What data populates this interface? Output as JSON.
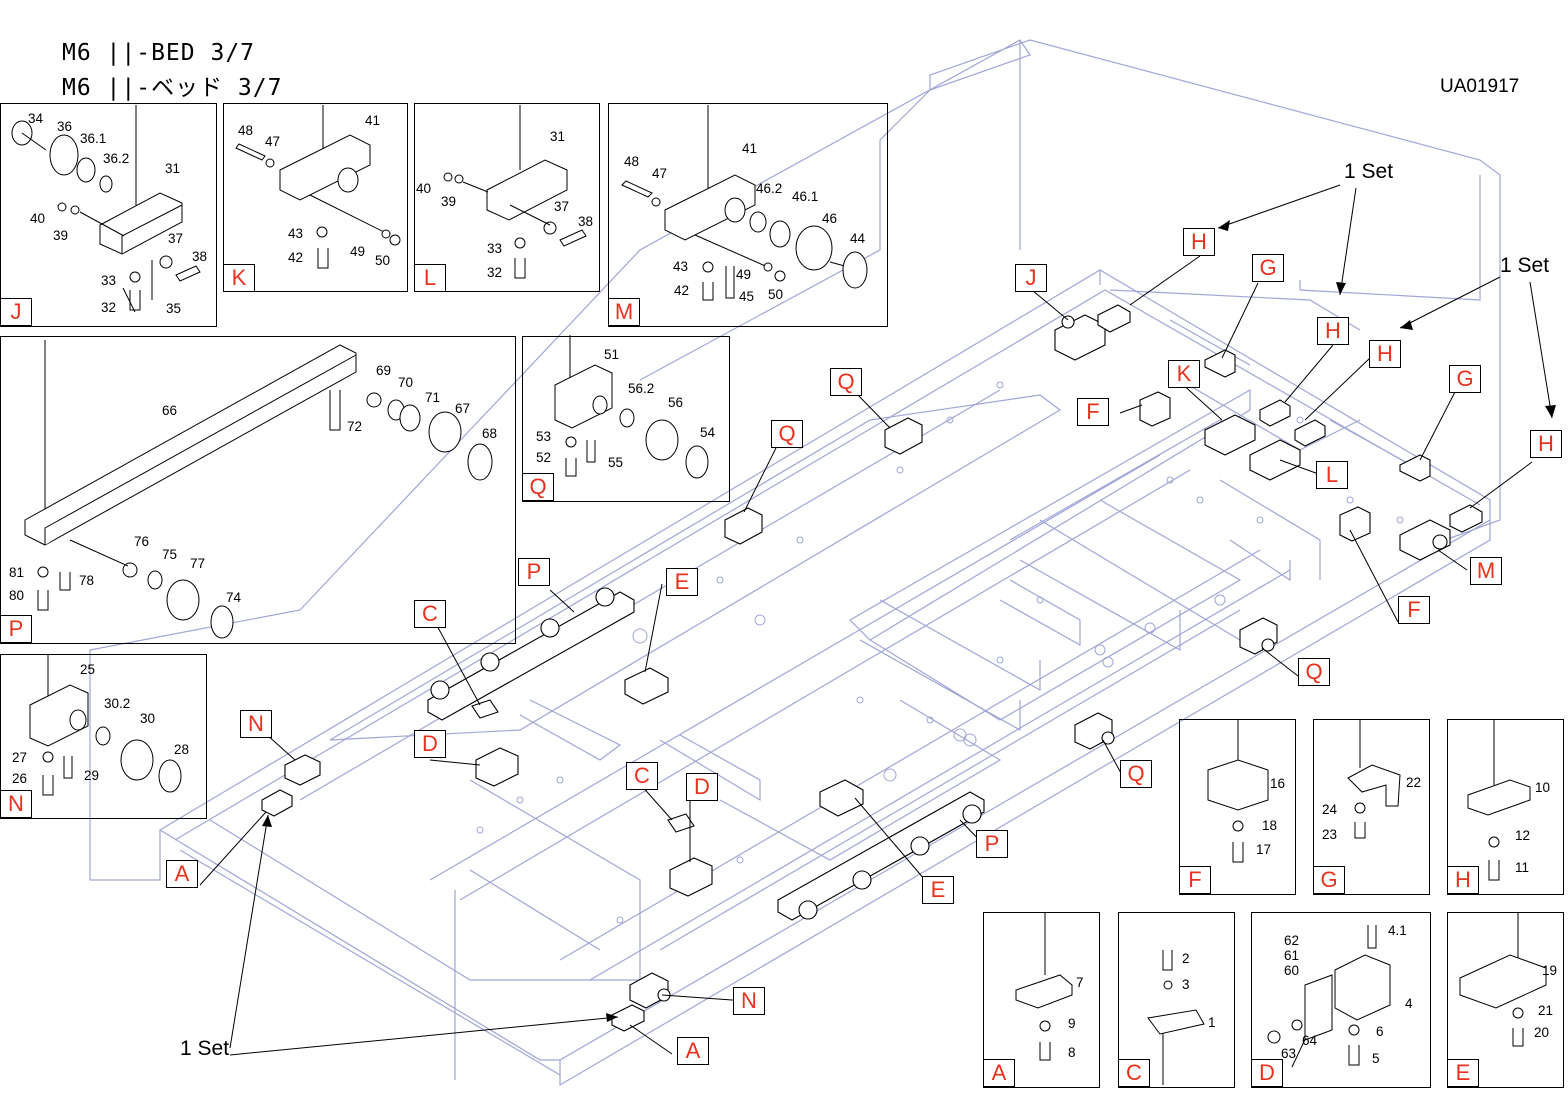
{
  "header": {
    "title_line1": "M6 ||-BED  3/7",
    "title_line2": "M6 ||-ベッド  3/7",
    "drawing_code": "UA01917"
  },
  "colors": {
    "line_blue": "#9fa6d6",
    "callout_red": "#e8321e",
    "ink": "#000000"
  },
  "set_labels": {
    "top_center": "1 Set",
    "right": "1 Set",
    "bottom_left": "1 Set"
  },
  "callouts": {
    "J": "J",
    "H1": "H",
    "G1": "G",
    "K": "K",
    "H2": "H",
    "H3": "H",
    "F1": "F",
    "G2": "G",
    "Q1": "Q",
    "Q2": "Q",
    "L": "L",
    "H4": "H",
    "M": "M",
    "F2": "F",
    "P1": "P",
    "E1": "E",
    "C1": "C",
    "D1": "D",
    "N1": "N",
    "A1": "A",
    "Q3": "Q",
    "Q4": "Q",
    "C2": "C",
    "D2": "D",
    "P2": "P",
    "E2": "E",
    "N2": "N",
    "A2": "A"
  },
  "detail_panels": {
    "J": {
      "tag": "J",
      "parts": [
        "34",
        "36",
        "36.1",
        "36.2",
        "31",
        "40",
        "39",
        "37",
        "38",
        "33",
        "35",
        "32"
      ]
    },
    "K": {
      "tag": "K",
      "parts": [
        "48",
        "47",
        "41",
        "43",
        "42",
        "49",
        "50"
      ]
    },
    "L": {
      "tag": "L",
      "parts": [
        "31",
        "40",
        "39",
        "37",
        "38",
        "33",
        "32"
      ]
    },
    "M": {
      "tag": "M",
      "parts": [
        "48",
        "47",
        "41",
        "46.2",
        "46.1",
        "46",
        "44",
        "43",
        "42",
        "49",
        "45",
        "50"
      ]
    },
    "P": {
      "tag": "P",
      "parts": [
        "66",
        "69",
        "70",
        "71",
        "67",
        "68",
        "72",
        "81",
        "78",
        "80",
        "76",
        "75",
        "77",
        "74"
      ]
    },
    "Q": {
      "tag": "Q",
      "parts": [
        "51",
        "56.2",
        "56",
        "54",
        "53",
        "52",
        "55"
      ]
    },
    "N": {
      "tag": "N",
      "parts": [
        "25",
        "30.2",
        "30",
        "28",
        "27",
        "29",
        "26"
      ]
    },
    "F": {
      "tag": "F",
      "parts": [
        "16",
        "18",
        "17"
      ]
    },
    "G": {
      "tag": "G",
      "parts": [
        "22",
        "24",
        "23"
      ]
    },
    "H": {
      "tag": "H",
      "parts": [
        "10",
        "12",
        "11"
      ]
    },
    "A": {
      "tag": "A",
      "parts": [
        "7",
        "9",
        "8"
      ]
    },
    "C": {
      "tag": "C",
      "parts": [
        "2",
        "3",
        "1"
      ]
    },
    "D": {
      "tag": "D",
      "parts": [
        "62",
        "61",
        "60",
        "4.1",
        "4",
        "6",
        "63",
        "64",
        "5"
      ]
    },
    "E": {
      "tag": "E",
      "parts": [
        "19",
        "21",
        "20"
      ]
    }
  }
}
